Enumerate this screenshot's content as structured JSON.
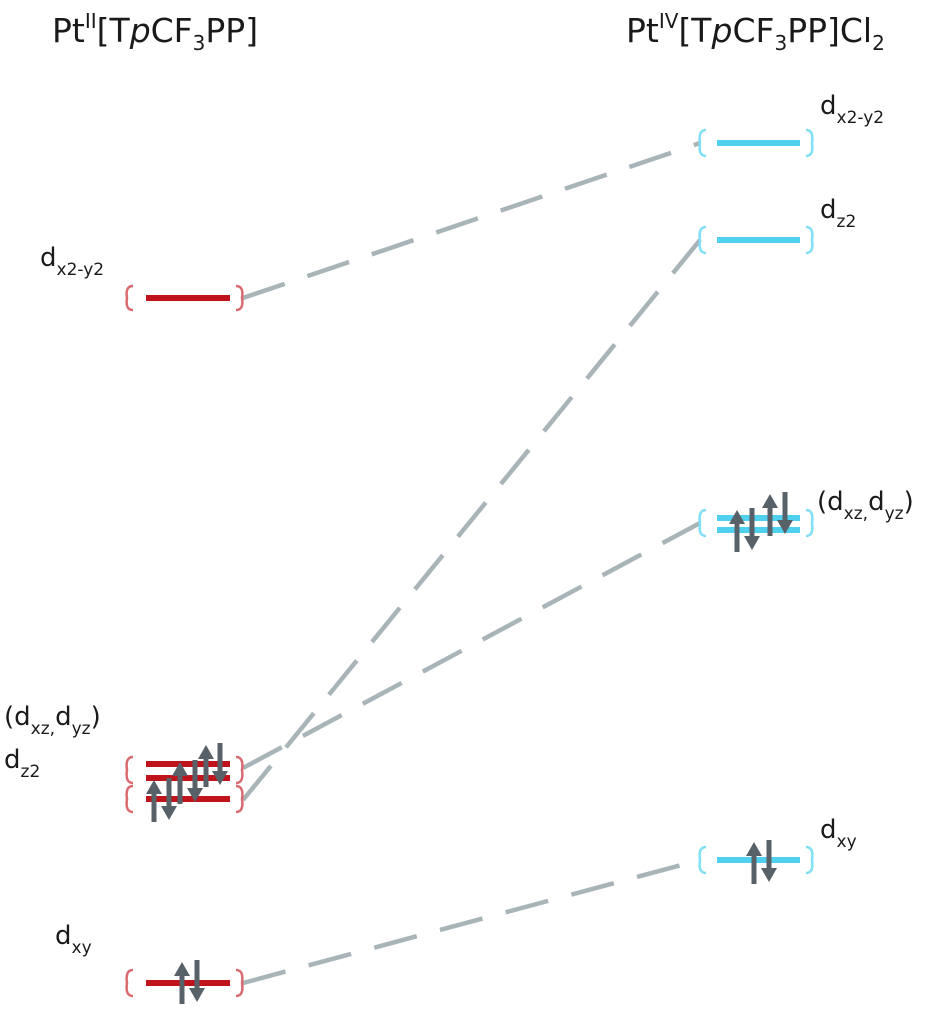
{
  "colors": {
    "left_level": "#c0141c",
    "left_bracket": "#d96a70",
    "right_level": "#4fd0ee",
    "right_bracket": "#7fdff4",
    "connector": "#a9b4b8",
    "electron_arrow": "#596168"
  },
  "left_complex": {
    "title_main": "Pt",
    "title_sup": "II",
    "title_mid": "[T",
    "title_italic": "p",
    "title_cf": "CF",
    "title_sub": "3",
    "title_end": "PP]"
  },
  "right_complex": {
    "title_main": "Pt",
    "title_sup": "IV",
    "title_mid": "[T",
    "title_italic": "p",
    "title_cf": "CF",
    "title_sub": "3",
    "title_pp": "PP]Cl",
    "title_sub2": "2"
  },
  "orbital_labels": {
    "d": "d",
    "x2y2_sub": "x2-y2",
    "z2_sub": "z2",
    "xy_sub": "xy",
    "xz_sub": "xz,",
    "yz_sub": "yz",
    "open_paren": "(",
    "close_paren": ")"
  },
  "levels": {
    "left": [
      {
        "orbital": "dx2-y2",
        "electrons": 0
      },
      {
        "orbital": "(dxz,dyz)",
        "electrons": 4
      },
      {
        "orbital": "dz2",
        "electrons": 2
      },
      {
        "orbital": "dxy",
        "electrons": 2
      }
    ],
    "right": [
      {
        "orbital": "dx2-y2",
        "electrons": 0
      },
      {
        "orbital": "dz2",
        "electrons": 0
      },
      {
        "orbital": "(dxz,dyz)",
        "electrons": 4
      },
      {
        "orbital": "dxy",
        "electrons": 2
      }
    ]
  }
}
